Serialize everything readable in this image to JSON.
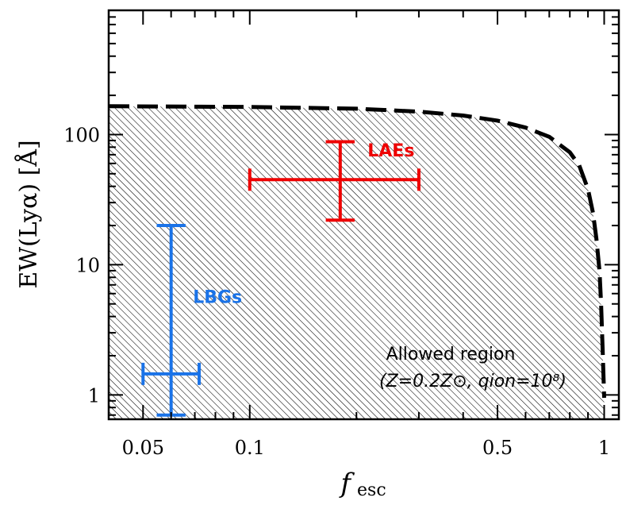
{
  "chart_data": {
    "type": "scatter",
    "title": "",
    "xlabel": {
      "main": "f",
      "sub": "esc"
    },
    "ylabel": "EW(Lyα) [Å]",
    "x_scale": "log",
    "y_scale": "log",
    "xlim": [
      0.04,
      1.1
    ],
    "ylim": [
      0.65,
      900
    ],
    "x_tick_labels": [
      "0.05",
      "0.1",
      "0.5",
      "1"
    ],
    "x_ticks": [
      0.05,
      0.1,
      0.5,
      1
    ],
    "y_tick_labels": [
      "1",
      "10",
      "100"
    ],
    "y_ticks": [
      1,
      10,
      100
    ],
    "grid": false,
    "boundary_curve": {
      "style": "dashed",
      "points": [
        [
          0.04,
          165
        ],
        [
          0.1,
          163
        ],
        [
          0.2,
          158
        ],
        [
          0.3,
          150
        ],
        [
          0.4,
          140
        ],
        [
          0.5,
          128
        ],
        [
          0.6,
          113
        ],
        [
          0.7,
          96
        ],
        [
          0.8,
          73
        ],
        [
          0.85,
          58
        ],
        [
          0.9,
          38
        ],
        [
          0.93,
          25
        ],
        [
          0.95,
          16
        ],
        [
          0.97,
          9
        ],
        [
          0.98,
          5
        ],
        [
          0.99,
          2.2
        ],
        [
          1.0,
          0.95
        ]
      ]
    },
    "region": {
      "fill": "hatched",
      "line1": "Allowed region",
      "line2": "(Z=0.2Z⊙, qion=10⁸)"
    },
    "points": [
      {
        "name": "LAEs",
        "color": "#ee0000",
        "x": 0.18,
        "y": 45,
        "x_err": [
          0.1,
          0.3
        ],
        "y_err": [
          22,
          88
        ]
      },
      {
        "name": "LBGs",
        "color": "#1a73e8",
        "x": 0.06,
        "y": 1.45,
        "x_err": [
          0.05,
          0.072
        ],
        "y_err": [
          0.7,
          20
        ]
      }
    ]
  }
}
